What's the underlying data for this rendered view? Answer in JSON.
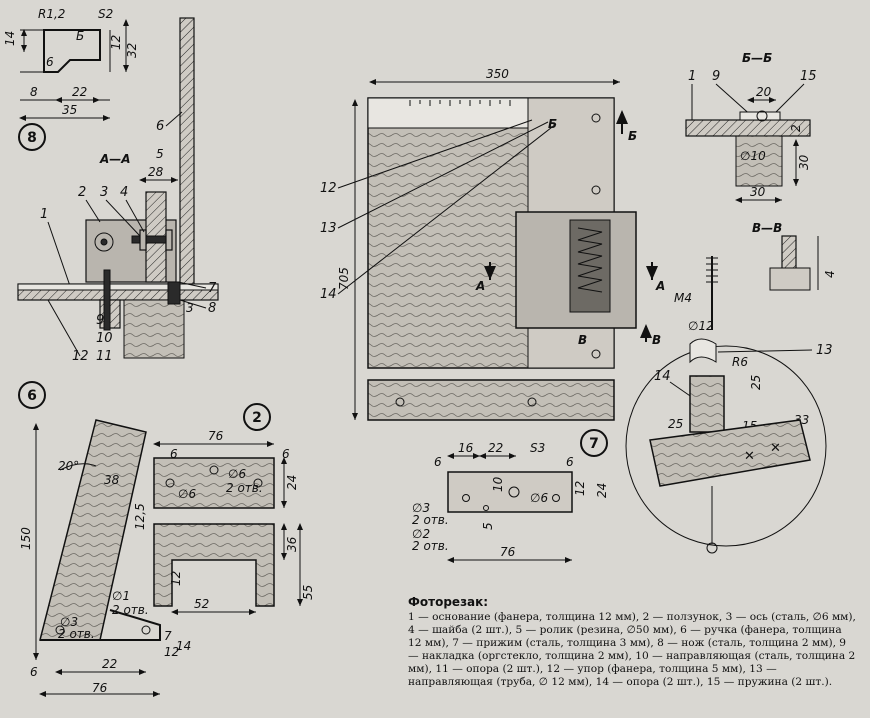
{
  "caption": {
    "title": "Фоторезак:",
    "text": "1 — основание (фанера, толщина 12 мм), 2 — ползунок, 3 — ось (сталь, ∅6 мм), 4 — шайба (2 шт.), 5 — ролик (резина, ∅50 мм), 6 — ручка (фанера, толщина 12 мм), 7 — прижим (сталь, толщина 3 мм), 8 — нож (сталь, толщина 2 мм), 9 — накладка (оргстекло, толщина 2 мм), 10 — направляющая (сталь, толщина 2 мм), 11 — опора (2 шт.), 12 — упор (фанера, толщина 5 мм), 13 — направляющая (труба, ∅ 12 мм), 14 — опора (2 шт.), 15 — пружина (2 шт.)."
  },
  "view8": {
    "badge": "8",
    "dims": {
      "r12": "R1,2",
      "s2": "S2",
      "d14": "14",
      "d6": "6",
      "d12": "12",
      "d32": "32",
      "d8": "8",
      "d22": "22",
      "d35": "35",
      "b": "Б"
    }
  },
  "viewAA": {
    "title": "А—А",
    "dims": {
      "d5": "5",
      "d28": "28",
      "d3": "3"
    },
    "labels": {
      "l1": "1",
      "l2": "2",
      "l3": "3",
      "l4": "4",
      "l6": "6",
      "l7": "7",
      "l8": "8",
      "l9": "9",
      "l10": "10",
      "l11": "11",
      "l12": "12"
    }
  },
  "view6": {
    "badge": "6",
    "dims": {
      "angle": "20°",
      "d38": "38",
      "d150": "150",
      "d3hole": "∅3",
      "d3holeQty": "2 отв.",
      "d1hole": "∅1",
      "d1holeQty": "2 отв.",
      "d7": "7",
      "d12": "12",
      "d14": "14",
      "d22": "22",
      "d6": "6",
      "d76": "76"
    }
  },
  "view2": {
    "badge": "2",
    "dims": {
      "d76": "76",
      "d6a": "6",
      "d6b": "6",
      "d6hole": "∅6",
      "d6holeB": "∅6",
      "qty": "2 отв.",
      "d24": "24",
      "d125": "12,5",
      "d36": "36",
      "d55": "55",
      "d52": "52",
      "d12": "12"
    }
  },
  "mainView": {
    "dims": {
      "d350": "350",
      "d705": "705"
    },
    "labels": {
      "l12": "12",
      "l13": "13",
      "l14": "14",
      "a": "А",
      "a2": "А",
      "b1": "Б",
      "b2": "Б",
      "v1": "В",
      "v2": "В"
    }
  },
  "view7": {
    "badge": "7",
    "dims": {
      "d16": "16",
      "d22": "22",
      "s3": "S3",
      "d6a": "6",
      "d6b": "6",
      "d10": "10",
      "d12": "12",
      "d24": "24",
      "d3hole": "∅3",
      "d3qty": "2 отв.",
      "d2hole": "∅2",
      "d2qty": "2 отв.",
      "d6hole": "∅6",
      "d5": "5",
      "d76": "76"
    }
  },
  "viewBB": {
    "title": "Б—Б",
    "dims": {
      "d20": "20",
      "d2": "2",
      "d30v": "30",
      "d30h": "30",
      "d10": "∅10"
    },
    "labels": {
      "l1": "1",
      "l9": "9",
      "l15": "15"
    }
  },
  "viewVV": {
    "title": "В—В",
    "dims": {
      "d4": "4",
      "m4": "М4"
    }
  },
  "detail": {
    "dims": {
      "d12": "∅12",
      "r6": "R6",
      "d25a": "25",
      "d25b": "25",
      "d15": "15",
      "d33": "33"
    },
    "labels": {
      "l13": "13",
      "l14": "14"
    }
  }
}
